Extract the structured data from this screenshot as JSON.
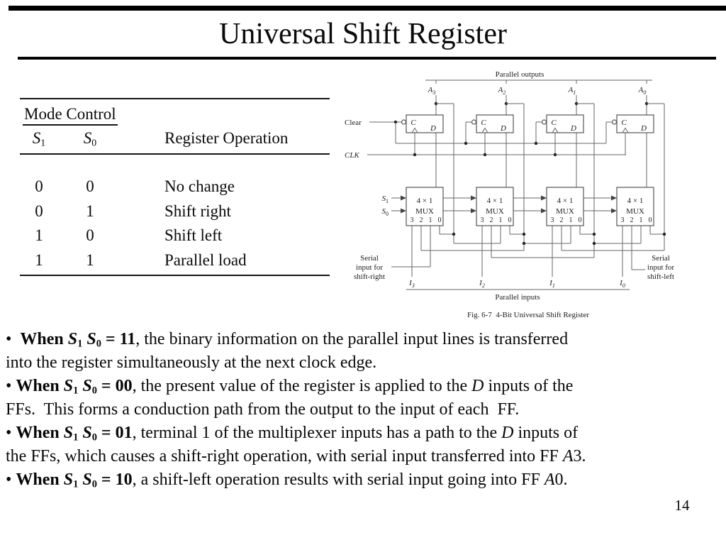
{
  "slide": {
    "title": "Universal Shift Register",
    "page_number": "14"
  },
  "mode_table": {
    "caption": "Mode Control",
    "col1": {
      "base": "S",
      "sub": "1"
    },
    "col2": {
      "base": "S",
      "sub": "0"
    },
    "col3": "Register Operation",
    "rows": [
      {
        "s1": "0",
        "s0": "0",
        "op": "No change"
      },
      {
        "s1": "0",
        "s0": "1",
        "op": "Shift right"
      },
      {
        "s1": "1",
        "s0": "0",
        "op": "Shift left"
      },
      {
        "s1": "1",
        "s0": "1",
        "op": "Parallel load"
      }
    ]
  },
  "diagram": {
    "parallel_outputs_label": "Parallel outputs",
    "parallel_inputs_label": "Parallel inputs",
    "caption": "Fig. 6-7  4-Bit Universal Shift Register",
    "clear_label": "Clear",
    "clk_label": "CLK",
    "s1": {
      "base": "S",
      "sub": "1"
    },
    "s0": {
      "base": "S",
      "sub": "0"
    },
    "ff": {
      "clock_label": "C",
      "data_label": "D"
    },
    "mux": {
      "line1": "4 × 1",
      "line2": "MUX",
      "pins": [
        "3",
        "2",
        "1",
        "0"
      ]
    },
    "serial_right": [
      "Serial",
      "input for",
      "shift-right"
    ],
    "serial_left": [
      "Serial",
      "input for",
      "shift-left"
    ],
    "stages": [
      {
        "output": {
          "base": "A",
          "sub": "3"
        },
        "input": {
          "base": "I",
          "sub": "3"
        }
      },
      {
        "output": {
          "base": "A",
          "sub": "2"
        },
        "input": {
          "base": "I",
          "sub": "2"
        }
      },
      {
        "output": {
          "base": "A",
          "sub": "1"
        },
        "input": {
          "base": "I",
          "sub": "1"
        }
      },
      {
        "output": {
          "base": "A",
          "sub": "0"
        },
        "input": {
          "base": "I",
          "sub": "0"
        }
      }
    ]
  },
  "bullets": {
    "lines": [
      {
        "segments": [
          {
            "t": "•  ",
            "s": "n"
          },
          {
            "t": "When ",
            "s": "b"
          },
          {
            "t": "S",
            "s": "bi"
          },
          {
            "t": "1",
            "s": "bsub"
          },
          {
            "t": " ",
            "s": "b"
          },
          {
            "t": "S",
            "s": "bi"
          },
          {
            "t": "0",
            "s": "bsub"
          },
          {
            "t": " = 11",
            "s": "b"
          },
          {
            "t": ", the binary information on the parallel input lines is transferred",
            "s": "n"
          }
        ]
      },
      {
        "segments": [
          {
            "t": "into the register simultaneously at the next clock edge.",
            "s": "n"
          }
        ]
      },
      {
        "segments": [
          {
            "t": "• ",
            "s": "n"
          },
          {
            "t": "When ",
            "s": "b"
          },
          {
            "t": "S",
            "s": "bi"
          },
          {
            "t": "1",
            "s": "bsub"
          },
          {
            "t": " ",
            "s": "b"
          },
          {
            "t": "S",
            "s": "bi"
          },
          {
            "t": "0",
            "s": "bsub"
          },
          {
            "t": " = 00",
            "s": "b"
          },
          {
            "t": ", the present value of the register is applied to the ",
            "s": "n"
          },
          {
            "t": "D",
            "s": "i"
          },
          {
            "t": " inputs of the",
            "s": "n"
          }
        ]
      },
      {
        "segments": [
          {
            "t": "FFs.  This forms a conduction path from the output to the input of each  FF.",
            "s": "n"
          }
        ]
      },
      {
        "segments": [
          {
            "t": "• ",
            "s": "n"
          },
          {
            "t": "When ",
            "s": "b"
          },
          {
            "t": "S",
            "s": "bi"
          },
          {
            "t": "1",
            "s": "bsub"
          },
          {
            "t": " ",
            "s": "b"
          },
          {
            "t": "S",
            "s": "bi"
          },
          {
            "t": "0",
            "s": "bsub"
          },
          {
            "t": " = 01",
            "s": "b"
          },
          {
            "t": ", terminal 1 of the multiplexer inputs has a path to the ",
            "s": "n"
          },
          {
            "t": "D",
            "s": "i"
          },
          {
            "t": " inputs of",
            "s": "n"
          }
        ]
      },
      {
        "segments": [
          {
            "t": "the FFs, which causes a shift-right operation, with serial input transferred into FF ",
            "s": "n"
          },
          {
            "t": "A",
            "s": "i"
          },
          {
            "t": "3.",
            "s": "n"
          }
        ]
      },
      {
        "segments": [
          {
            "t": "• ",
            "s": "n"
          },
          {
            "t": "When ",
            "s": "b"
          },
          {
            "t": "S",
            "s": "bi"
          },
          {
            "t": "1",
            "s": "bsub"
          },
          {
            "t": " ",
            "s": "b"
          },
          {
            "t": "S",
            "s": "bi"
          },
          {
            "t": "0",
            "s": "bsub"
          },
          {
            "t": " = 10",
            "s": "b"
          },
          {
            "t": ", a shift-left operation results with serial input going into FF ",
            "s": "n"
          },
          {
            "t": "A",
            "s": "i"
          },
          {
            "t": "0.",
            "s": "n"
          }
        ]
      }
    ]
  }
}
